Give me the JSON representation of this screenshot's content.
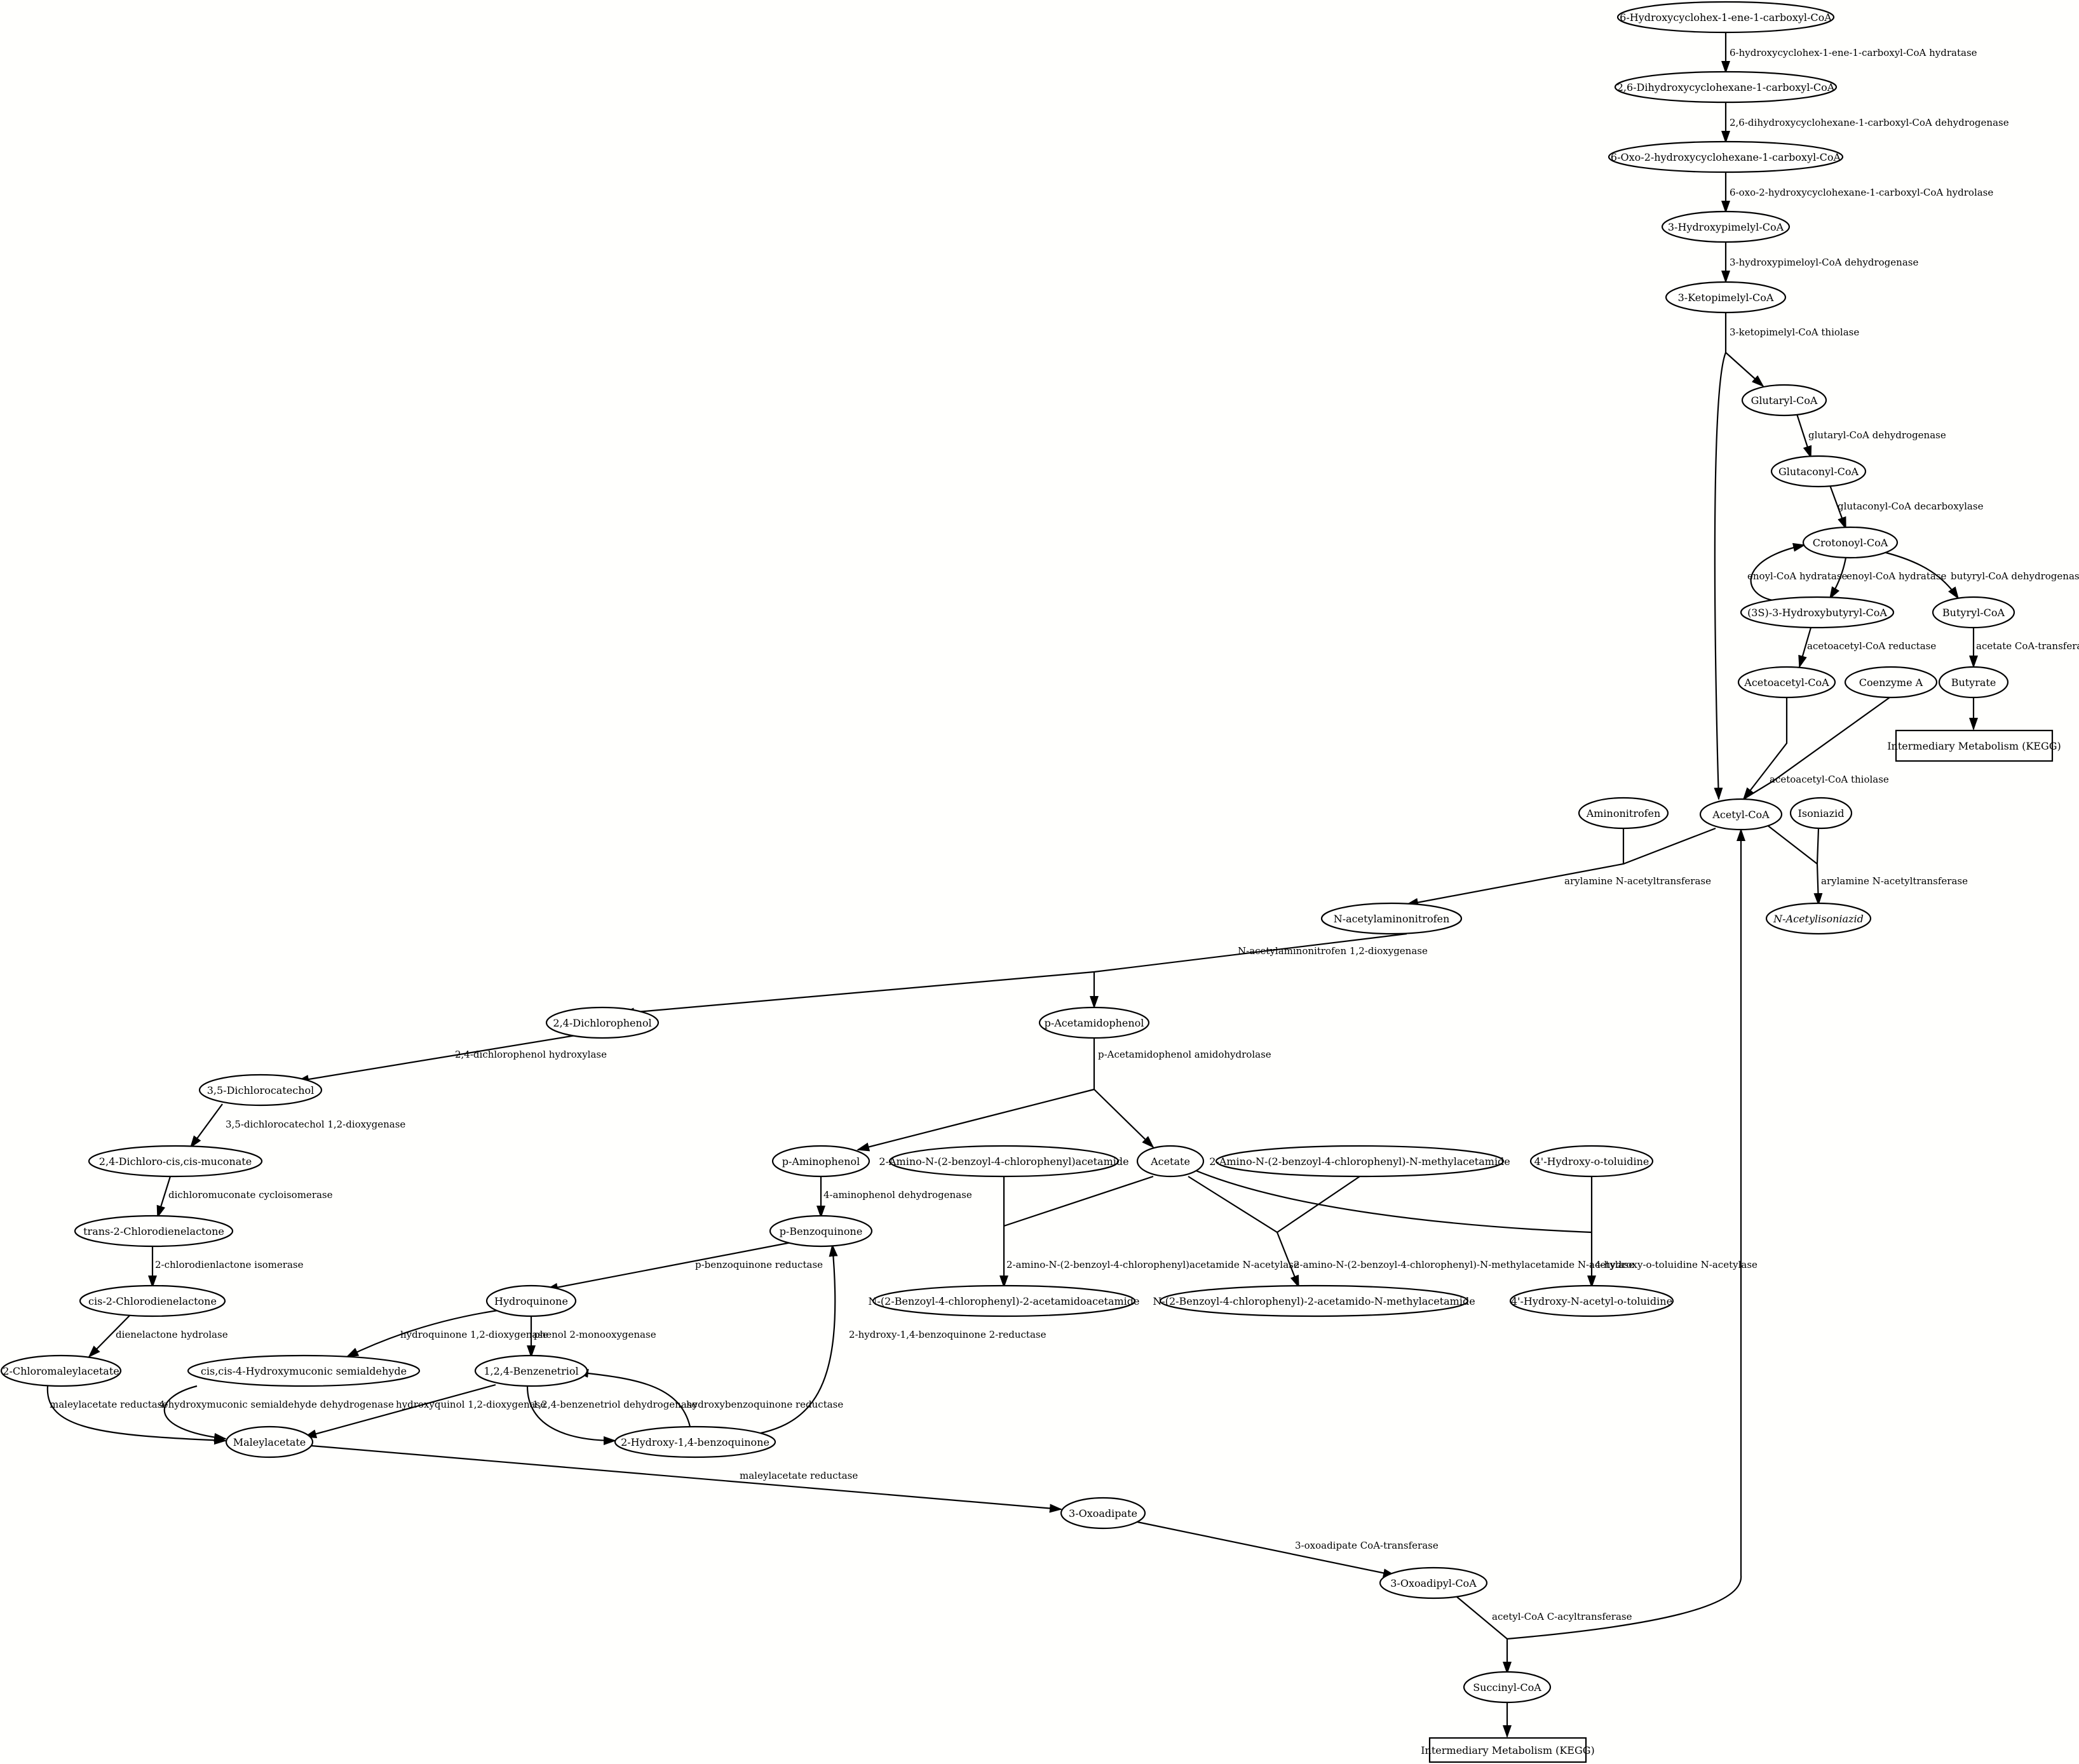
{
  "nodes": {
    "hcoa": "6-Hydroxycyclohex-1-ene-1-carboxyl-CoA",
    "dhcoa": "2,6-Dihydroxycyclohexane-1-carboxyl-CoA",
    "oxocoa": "6-Oxo-2-hydroxycyclohexane-1-carboxyl-CoA",
    "hpcoa": "3-Hydroxypimelyl-CoA",
    "kpcoa": "3-Ketopimelyl-CoA",
    "glutaryl": "Glutaryl-CoA",
    "glutaconyl": "Glutaconyl-CoA",
    "crotonoyl": "Crotonoyl-CoA",
    "hbcoa": "(3S)-3-Hydroxybutyryl-CoA",
    "butyryl": "Butyryl-CoA",
    "acetoacetyl": "Acetoacetyl-CoA",
    "coenzymea": "Coenzyme A",
    "butyrate": "Butyrate",
    "kegg1": "Intermediary Metabolism (KEGG)",
    "aminonitrofen": "Aminonitrofen",
    "acetylcoa": "Acetyl-CoA",
    "isoniazid": "Isoniazid",
    "nacetylaminonitrofen": "N-acetylaminonitrofen",
    "nacetylisoniazid": "N-Acetylisoniazid",
    "dcp": "2,4-Dichlorophenol",
    "pacetamidophenol": "p-Acetamidophenol",
    "dcc": "3,5-Dichlorocatechol",
    "dcm": "2,4-Dichloro-cis,cis-muconate",
    "paminophenol": "p-Aminophenol",
    "aba": "2-Amino-N-(2-benzoyl-4-chlorophenyl)acetamide",
    "acetate": "Acetate",
    "abma": "2-Amino-N-(2-benzoyl-4-chlorophenyl)-N-methylacetamide",
    "hot": "4'-Hydroxy-o-toluidine",
    "tcdl": "trans-2-Chlorodienelactone",
    "pbq": "p-Benzoquinone",
    "ccdl": "cis-2-Chlorodienelactone",
    "hq": "Hydroquinone",
    "nbca": "N-(2-Benzoyl-4-chlorophenyl)-2-acetamidoacetamide",
    "nbcam": "N-(2-Benzoyl-4-chlorophenyl)-2-acetamido-N-methylacetamide",
    "hnat": "4'-Hydroxy-N-acetyl-o-toluidine",
    "cma": "2-Chloromaleylacetate",
    "hmsa": "cis,cis-4-Hydroxymuconic semialdehyde",
    "bt": "1,2,4-Benzenetriol",
    "maleylacetate": "Maleylacetate",
    "hbq": "2-Hydroxy-1,4-benzoquinone",
    "oxoadipate": "3-Oxoadipate",
    "oxoadipylcoa": "3-Oxoadipyl-CoA",
    "succinylcoa": "Succinyl-CoA",
    "kegg2": "Intermediary Metabolism (KEGG)"
  },
  "edges": {
    "e1": "6-hydroxycyclohex-1-ene-1-carboxyl-CoA hydratase",
    "e2": "2,6-dihydroxycyclohexane-1-carboxyl-CoA dehydrogenase",
    "e3": "6-oxo-2-hydroxycyclohexane-1-carboxyl-CoA hydrolase",
    "e4": "3-hydroxypimeloyl-CoA dehydrogenase",
    "e5": "3-ketopimelyl-CoA thiolase",
    "e6": "glutaryl-CoA dehydrogenase",
    "e7": "glutaconyl-CoA decarboxylase",
    "e8a": "enoyl-CoA hydratase",
    "e8b": "enoyl-CoA hydratase",
    "e9": "butyryl-CoA dehydrogenase",
    "e10": "acetoacetyl-CoA reductase",
    "e11": "acetate CoA-transferase",
    "e12": "acetoacetyl-CoA thiolase",
    "e13": "arylamine N-acetyltransferase",
    "e14": "arylamine N-acetyltransferase",
    "e15": "N-acetylaminonitrofen 1,2-dioxygenase",
    "e16": "2,4-dichlorophenol hydroxylase",
    "e17": "p-Acetamidophenol amidohydrolase",
    "e18": "3,5-dichlorocatechol 1,2-dioxygenase",
    "e19": "dichloromuconate cycloisomerase",
    "e20": "4-aminophenol dehydrogenase",
    "e21": "2-chlorodienlactone isomerase",
    "e22": "p-benzoquinone reductase",
    "e23": "dienelactone hydrolase",
    "e24": "2-amino-N-(2-benzoyl-4-chlorophenyl)acetamide N-acetylase",
    "e25": "2-amino-N-(2-benzoyl-4-chlorophenyl)-N-methylacetamide N-acetylase",
    "e26": "4-hydroxy-o-toluidine N-acetylase",
    "e27": "hydroquinone 1,2-dioxygenase",
    "e28": "phenol 2-monooxygenase",
    "e29": "2-hydroxy-1,4-benzoquinone 2-reductase",
    "e30": "maleylacetate reductase",
    "e31": "4-hydroxymuconic semialdehyde dehydrogenase",
    "e32": "hydroxyquinol 1,2-dioxygenase",
    "e33": "1,2,4-benzenetriol dehydrogenase",
    "e34": "hydroxybenzoquinone reductase",
    "e35": "maleylacetate reductase",
    "e36": "3-oxoadipate CoA-transferase",
    "e37": "acetyl-CoA C-acyltransferase"
  }
}
